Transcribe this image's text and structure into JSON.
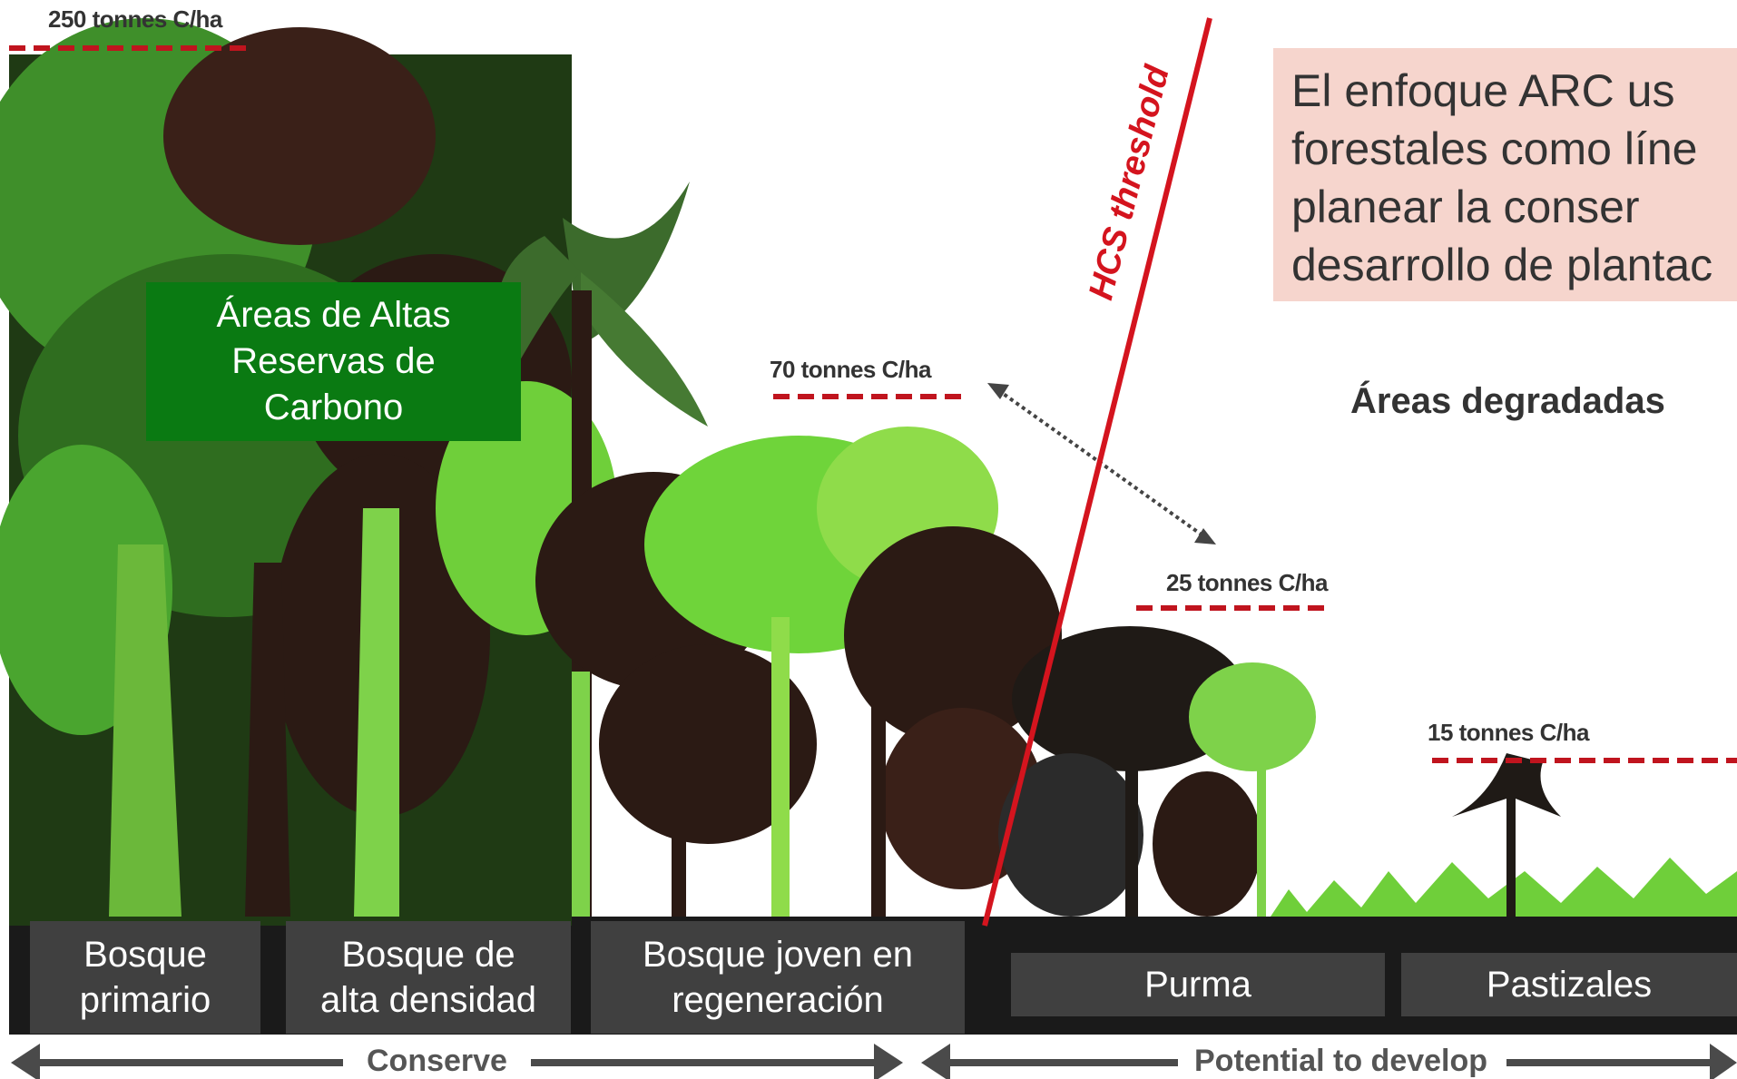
{
  "carbon_levels": [
    {
      "label": "250 tonnes C/ha"
    },
    {
      "label": "70 tonnes C/ha"
    },
    {
      "label": "25 tonnes C/ha"
    },
    {
      "label": "15 tonnes C/ha"
    }
  ],
  "threshold_label": "HCS threshold",
  "hcs_box_text": "Áreas de Altas\nReservas de\nCarbono",
  "note_lines": [
    "El enfoque ARC  us",
    "forestales  como  líne",
    "planear   la   conser",
    "desarrollo de plantac"
  ],
  "degraded_label": "Áreas degradadas",
  "categories": [
    {
      "label": "Bosque\nprimario"
    },
    {
      "label": "Bosque de\nalta densidad"
    },
    {
      "label": "Bosque joven en\nregeneración"
    },
    {
      "label": "Purma"
    },
    {
      "label": "Pastizales"
    }
  ],
  "bottom_arrows": {
    "conserve": "Conserve",
    "develop": "Potential to develop"
  },
  "colors": {
    "dark_green": "#1f5c1a",
    "mid_green": "#3f8f2a",
    "light_green": "#8fdc4a",
    "dark_brown": "#2b1a14",
    "red": "#d4141e",
    "label_box": "#404040",
    "hcs_box": "#0a7a12",
    "note_bg": "#f6d5cd"
  }
}
